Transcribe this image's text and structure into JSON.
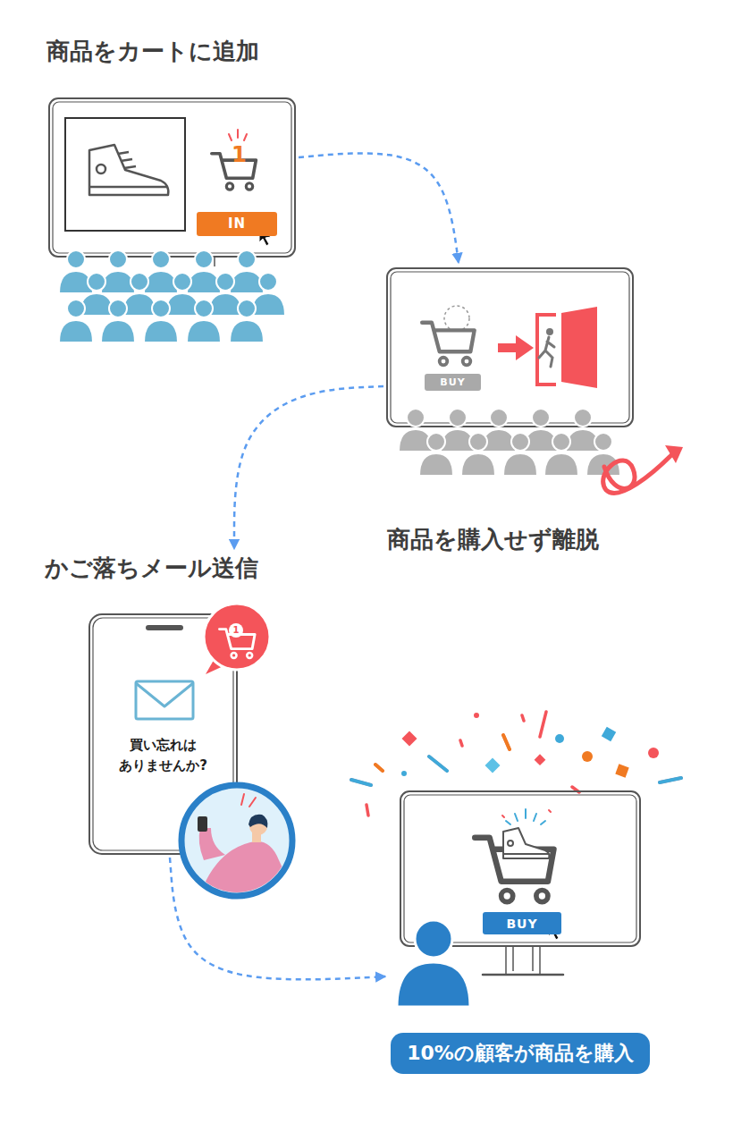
{
  "diagram": {
    "nodes": [
      {
        "text": [
          "商品をカートに追加"
        ]
      },
      {
        "text": [
          "IN"
        ],
        "in": 0
      },
      {
        "text": [
          "商品を購入せず離脱"
        ]
      },
      {
        "text": [
          "BUY"
        ],
        "in": 2
      },
      {
        "text": [
          "かご落ちメール送信",
          "買い忘れは ありませんか?"
        ]
      },
      {
        "text": [
          "10%の顧客が商品を購入"
        ]
      },
      {
        "text": [
          "BUY"
        ],
        "in": 5
      }
    ],
    "edges": [
      {
        "from": 0,
        "to": 2,
        "arrow": "to"
      },
      {
        "from": 2,
        "to": 4,
        "arrow": "to"
      },
      {
        "from": 4,
        "to": 5,
        "arrow": "to"
      }
    ],
    "labels": [
      "1",
      "1"
    ]
  }
}
